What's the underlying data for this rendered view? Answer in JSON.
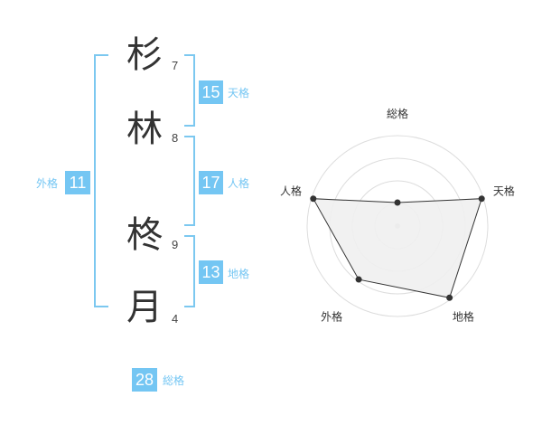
{
  "name_chars": [
    {
      "char": "杉",
      "strokes": "7"
    },
    {
      "char": "林",
      "strokes": "8"
    },
    {
      "char": "柊",
      "strokes": "9"
    },
    {
      "char": "月",
      "strokes": "4"
    }
  ],
  "kakusu": {
    "tenkaku": {
      "value": "15",
      "label": "天格"
    },
    "jinkaku": {
      "value": "17",
      "label": "人格"
    },
    "chikaku": {
      "value": "13",
      "label": "地格"
    },
    "gaikaku": {
      "value": "11",
      "label": "外格"
    },
    "soukaku": {
      "value": "28",
      "label": "総格"
    }
  },
  "colors": {
    "accent": "#74c6f3",
    "bracket": "#7cc8f0"
  },
  "chart_data": {
    "type": "radar",
    "axes": [
      "総格",
      "天格",
      "地格",
      "外格",
      "人格"
    ],
    "series": [
      {
        "values": [
          0.26,
          0.98,
          0.98,
          0.73,
          0.98
        ]
      }
    ],
    "rings": 4
  }
}
